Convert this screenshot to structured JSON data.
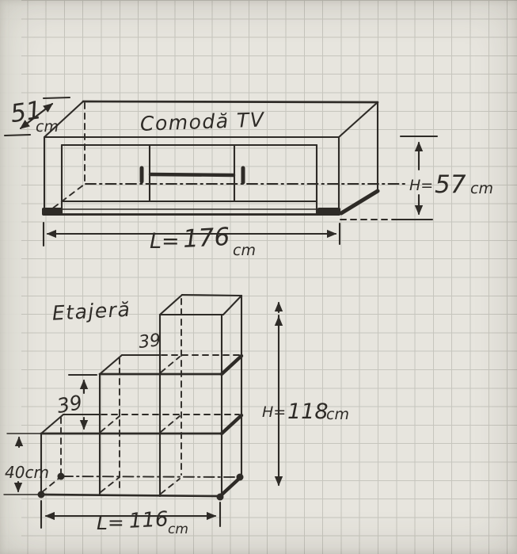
{
  "palette": {
    "paper": "#e7e5de",
    "grid": "#9b9a92",
    "ink": "#2e2b27"
  },
  "tv_stand": {
    "title": "Comodă TV",
    "depth": {
      "value": "51",
      "unit": "cm"
    },
    "height": {
      "prefix": "H=",
      "value": "57",
      "unit": "cm"
    },
    "length": {
      "prefix": "L=",
      "value": "176",
      "unit": "cm"
    }
  },
  "shelf_unit": {
    "title": "Etajeră",
    "step_upper": "39",
    "step_lower": "39",
    "base_height": "40cm",
    "height": {
      "prefix": "H=",
      "value": "118",
      "unit": "cm"
    },
    "length": {
      "prefix": "L=",
      "value": "116",
      "unit": "cm"
    }
  }
}
